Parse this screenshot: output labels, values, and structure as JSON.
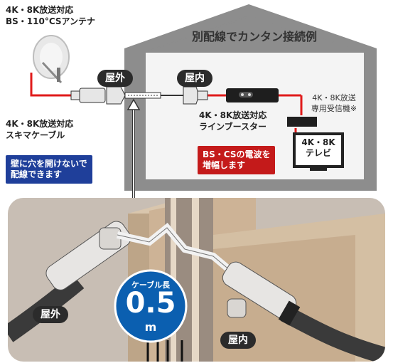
{
  "antenna_label": [
    "4K・8K放送対応",
    "BS・110°CSアンテナ"
  ],
  "house_title": "別配線でカンタン接続例",
  "outdoor_label": "屋外",
  "indoor_label": "屋内",
  "cable_label": [
    "4K・8K放送対応",
    "スキマケーブル"
  ],
  "booster_label": [
    "4K・8K放送対応",
    "ラインブースター"
  ],
  "receiver_label": [
    "4K・8K放送",
    "専用受信機※"
  ],
  "tv_label": [
    "4K・8K",
    "テレビ"
  ],
  "no_hole_note": [
    "壁に穴を開けないで",
    "配線できます"
  ],
  "amplify_note": [
    "BS・CSの電波を",
    "増幅します"
  ],
  "cable_length_title": "ケーブル長",
  "cable_length_value": "0.5",
  "cable_length_unit": "m",
  "colors": {
    "house": "#8a8a8a",
    "house_inner": "#f3f3f3",
    "cable": "#e01b1b",
    "badge_blue": "#1f3f9a",
    "badge_red": "#c41a1a",
    "circle_blue": "#0b5fb0",
    "photo_bg": "#c9bfb5",
    "wood": "#cdb69a"
  }
}
